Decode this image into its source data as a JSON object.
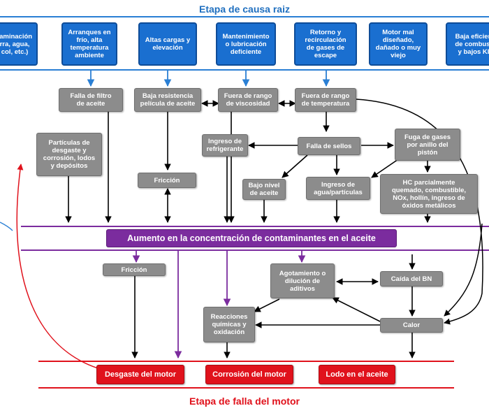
{
  "header": {
    "root_cause_stage": "Etapa de causa raiz"
  },
  "footer": {
    "engine_failure_stage": "Etapa de falla del motor"
  },
  "root_causes": [
    "taminación\nrra, agua,\ncol, etc.)",
    "Arranques en\nfrío, alta\ntemperatura\nambiente",
    "Altas cargas y\nelevación",
    "Mantenimiento\no lubricación\ndeficiente",
    "Retorno y\nrecirculación\nde gases de\nescape",
    "Motor mal\ndiseñado,\ndañado o muy\nviejo",
    "Baja eficien\nde combust\ny bajos KI"
  ],
  "mechanisms": {
    "oil_filter": "Falla de filtro\nde aceite",
    "low_film": "Baja resistencia\npelícula de aceite",
    "viscosity": "Fuera de rango\nde viscosidad",
    "temperature": "Fuera de rango\nde temperatura",
    "particles": "Partículas de\ndesgaste y\ncorrosión, lodos\ny depósitos",
    "refrigerant": "Ingreso de\nrefrigerante",
    "seal_failure": "Falla de sellos",
    "blowby": "Fuga de gases\npor anillo del\npistón",
    "friction_top": "Fricción",
    "low_oil": "Bajo nivel\nde aceite",
    "water_ingress": "Ingreso de\nagua/partículas",
    "hc": "HC parcialmente\nquemado, combustible,\nNOx, hollín, ingreso de\nóxidos metálicos"
  },
  "central": "Aumento en la concentración de contaminantes en el aceite",
  "effects": {
    "friction_bottom": "Fricción",
    "additive": "Agotamiento o\ndilución de\naditivos",
    "bn_drop": "Caída del BN",
    "reactions": "Reacciones\nquímicas y\noxidación",
    "heat": "Calor"
  },
  "failures": {
    "wear": "Desgaste del motor",
    "corrosion": "Corrosión del motor",
    "sludge": "Lodo en el aceite"
  },
  "colors": {
    "root_blue": "#1a6fd0",
    "mechanism_gray": "#8c8c8c",
    "central_purple": "#7b2c9e",
    "failure_red": "#e0121c"
  }
}
